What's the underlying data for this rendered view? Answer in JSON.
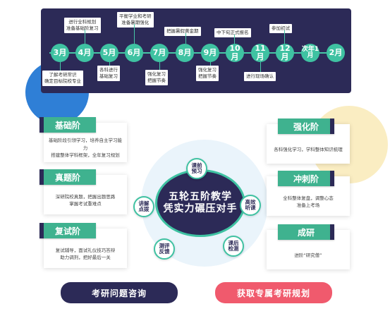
{
  "timeline": {
    "months": [
      "3月",
      "4月",
      "5月",
      "6月",
      "7月",
      "8月",
      "9月",
      "10月",
      "11月",
      "12月",
      "次年1月",
      "2月"
    ],
    "notes_top": [
      "进行全科规划\n准备基础阶复习",
      "平衡学业和考研\n准备暑期强化",
      "把握暑假黄金期",
      "中下旬正式报名",
      "参加初试"
    ],
    "notes_bottom": [
      "了解考研常识\n确定目标院校专业",
      "各科进行\n基础复习",
      "强化复习\n把握节奏",
      "强化复习\n把握节奏",
      "进行现场确认"
    ]
  },
  "stages": {
    "jichu": {
      "title": "基础阶",
      "desc": "基础阶段引领学习，培养自主学习能力\n搭建整体学科框架，全年复习规划"
    },
    "zhenti": {
      "title": "真题阶",
      "desc": "深研院校真题，把握出题思路\n掌握考试重难点"
    },
    "fushi": {
      "title": "复试阶",
      "desc": "复试辅导，面试礼仪技巧答辩\n助力调剂，把好最后一关"
    },
    "qianghua": {
      "title": "强化阶",
      "desc": "各科强化学习，学科整体知识梳理"
    },
    "chongci": {
      "title": "冲刺阶",
      "desc": "全科整体复盘，调整心态\n准备上考场"
    },
    "chenggong": {
      "title": "成研",
      "desc": "进阶“研究僧”"
    }
  },
  "center": {
    "line1": "五轮五阶教学",
    "line2": "凭实力碾压对手",
    "bubbles": [
      "课前\n预习",
      "高效\n听课",
      "课后\n检测",
      "测评\n反馈",
      "讲解\n点拨"
    ]
  },
  "buttons": {
    "consult": "考研问题咨询",
    "plan": "获取专属考研规划"
  },
  "colors": {
    "navy": "#2c2a57",
    "green": "#3fb28f",
    "pink": "#f05a6d"
  }
}
